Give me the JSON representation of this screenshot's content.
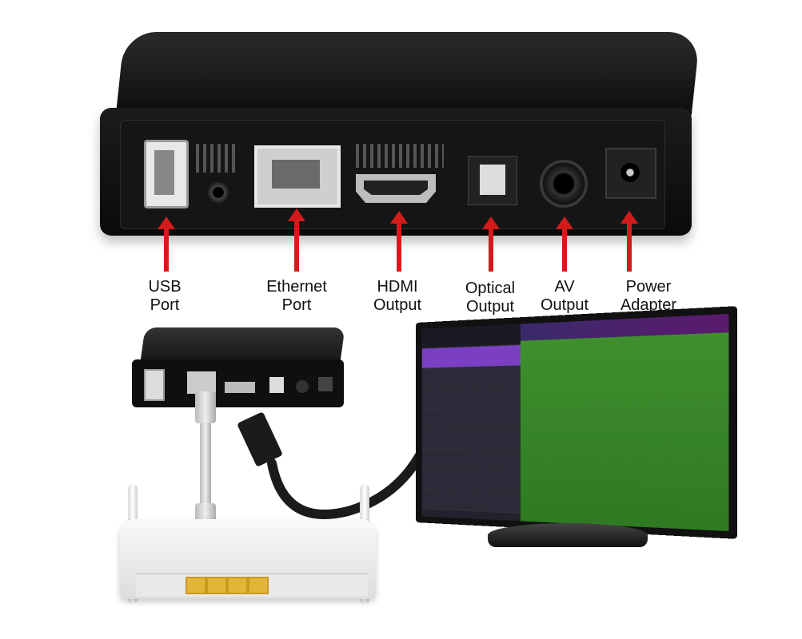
{
  "diagram": {
    "labels": {
      "usb": {
        "line1": "USB",
        "line2": "Port"
      },
      "ethernet": {
        "line1": "Ethernet",
        "line2": "Port"
      },
      "hdmi": {
        "line1": "HDMI",
        "line2": "Output"
      },
      "optical": {
        "line1": "Optical",
        "line2": "Output"
      },
      "av": {
        "line1": "AV",
        "line2": "Output"
      },
      "power": {
        "line1": "Power",
        "line2": "Adapter"
      }
    },
    "colors": {
      "arrow": "#d41b1b",
      "box": "#111111",
      "lan_ports": "#e3b43a",
      "tv_menu_highlight": "#7b3fc4",
      "pitch": "#3f8f2e"
    }
  }
}
